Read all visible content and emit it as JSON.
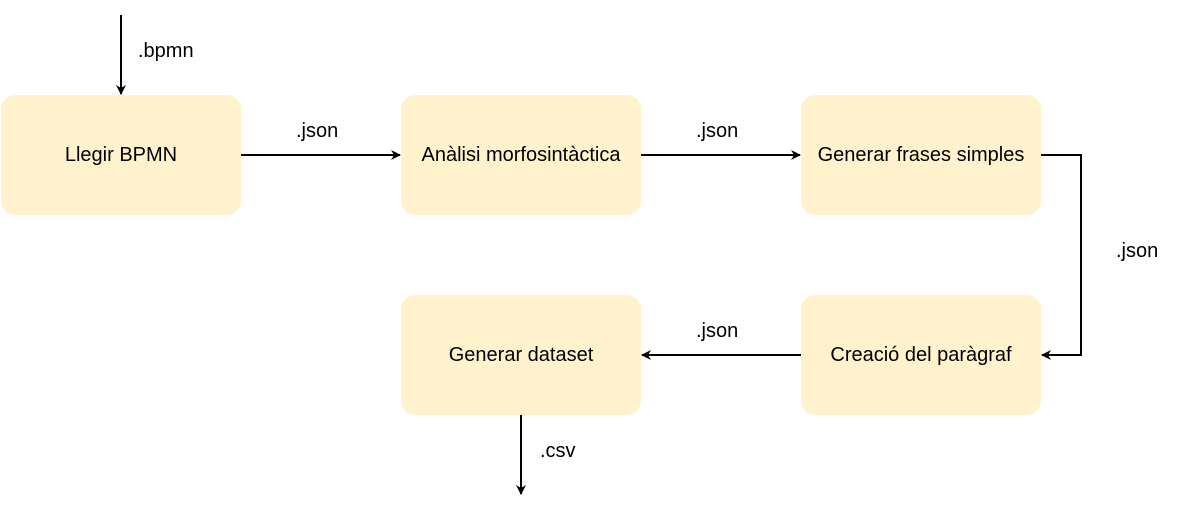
{
  "colors": {
    "node_fill": "#fff2cc",
    "edge": "#000000",
    "text": "#000000"
  },
  "nodes": {
    "llegir": "Llegir BPMN",
    "analisi": "Anàlisi morfosintàctica",
    "frases": "Generar frases simples",
    "paragraf": "Creació del paràgraf",
    "dataset": "Generar dataset"
  },
  "edges": {
    "input": ".bpmn",
    "llegir_analisi": ".json",
    "analisi_frases": ".json",
    "frases_paragraf": ".json",
    "paragraf_dataset": ".json",
    "output": ".csv"
  }
}
